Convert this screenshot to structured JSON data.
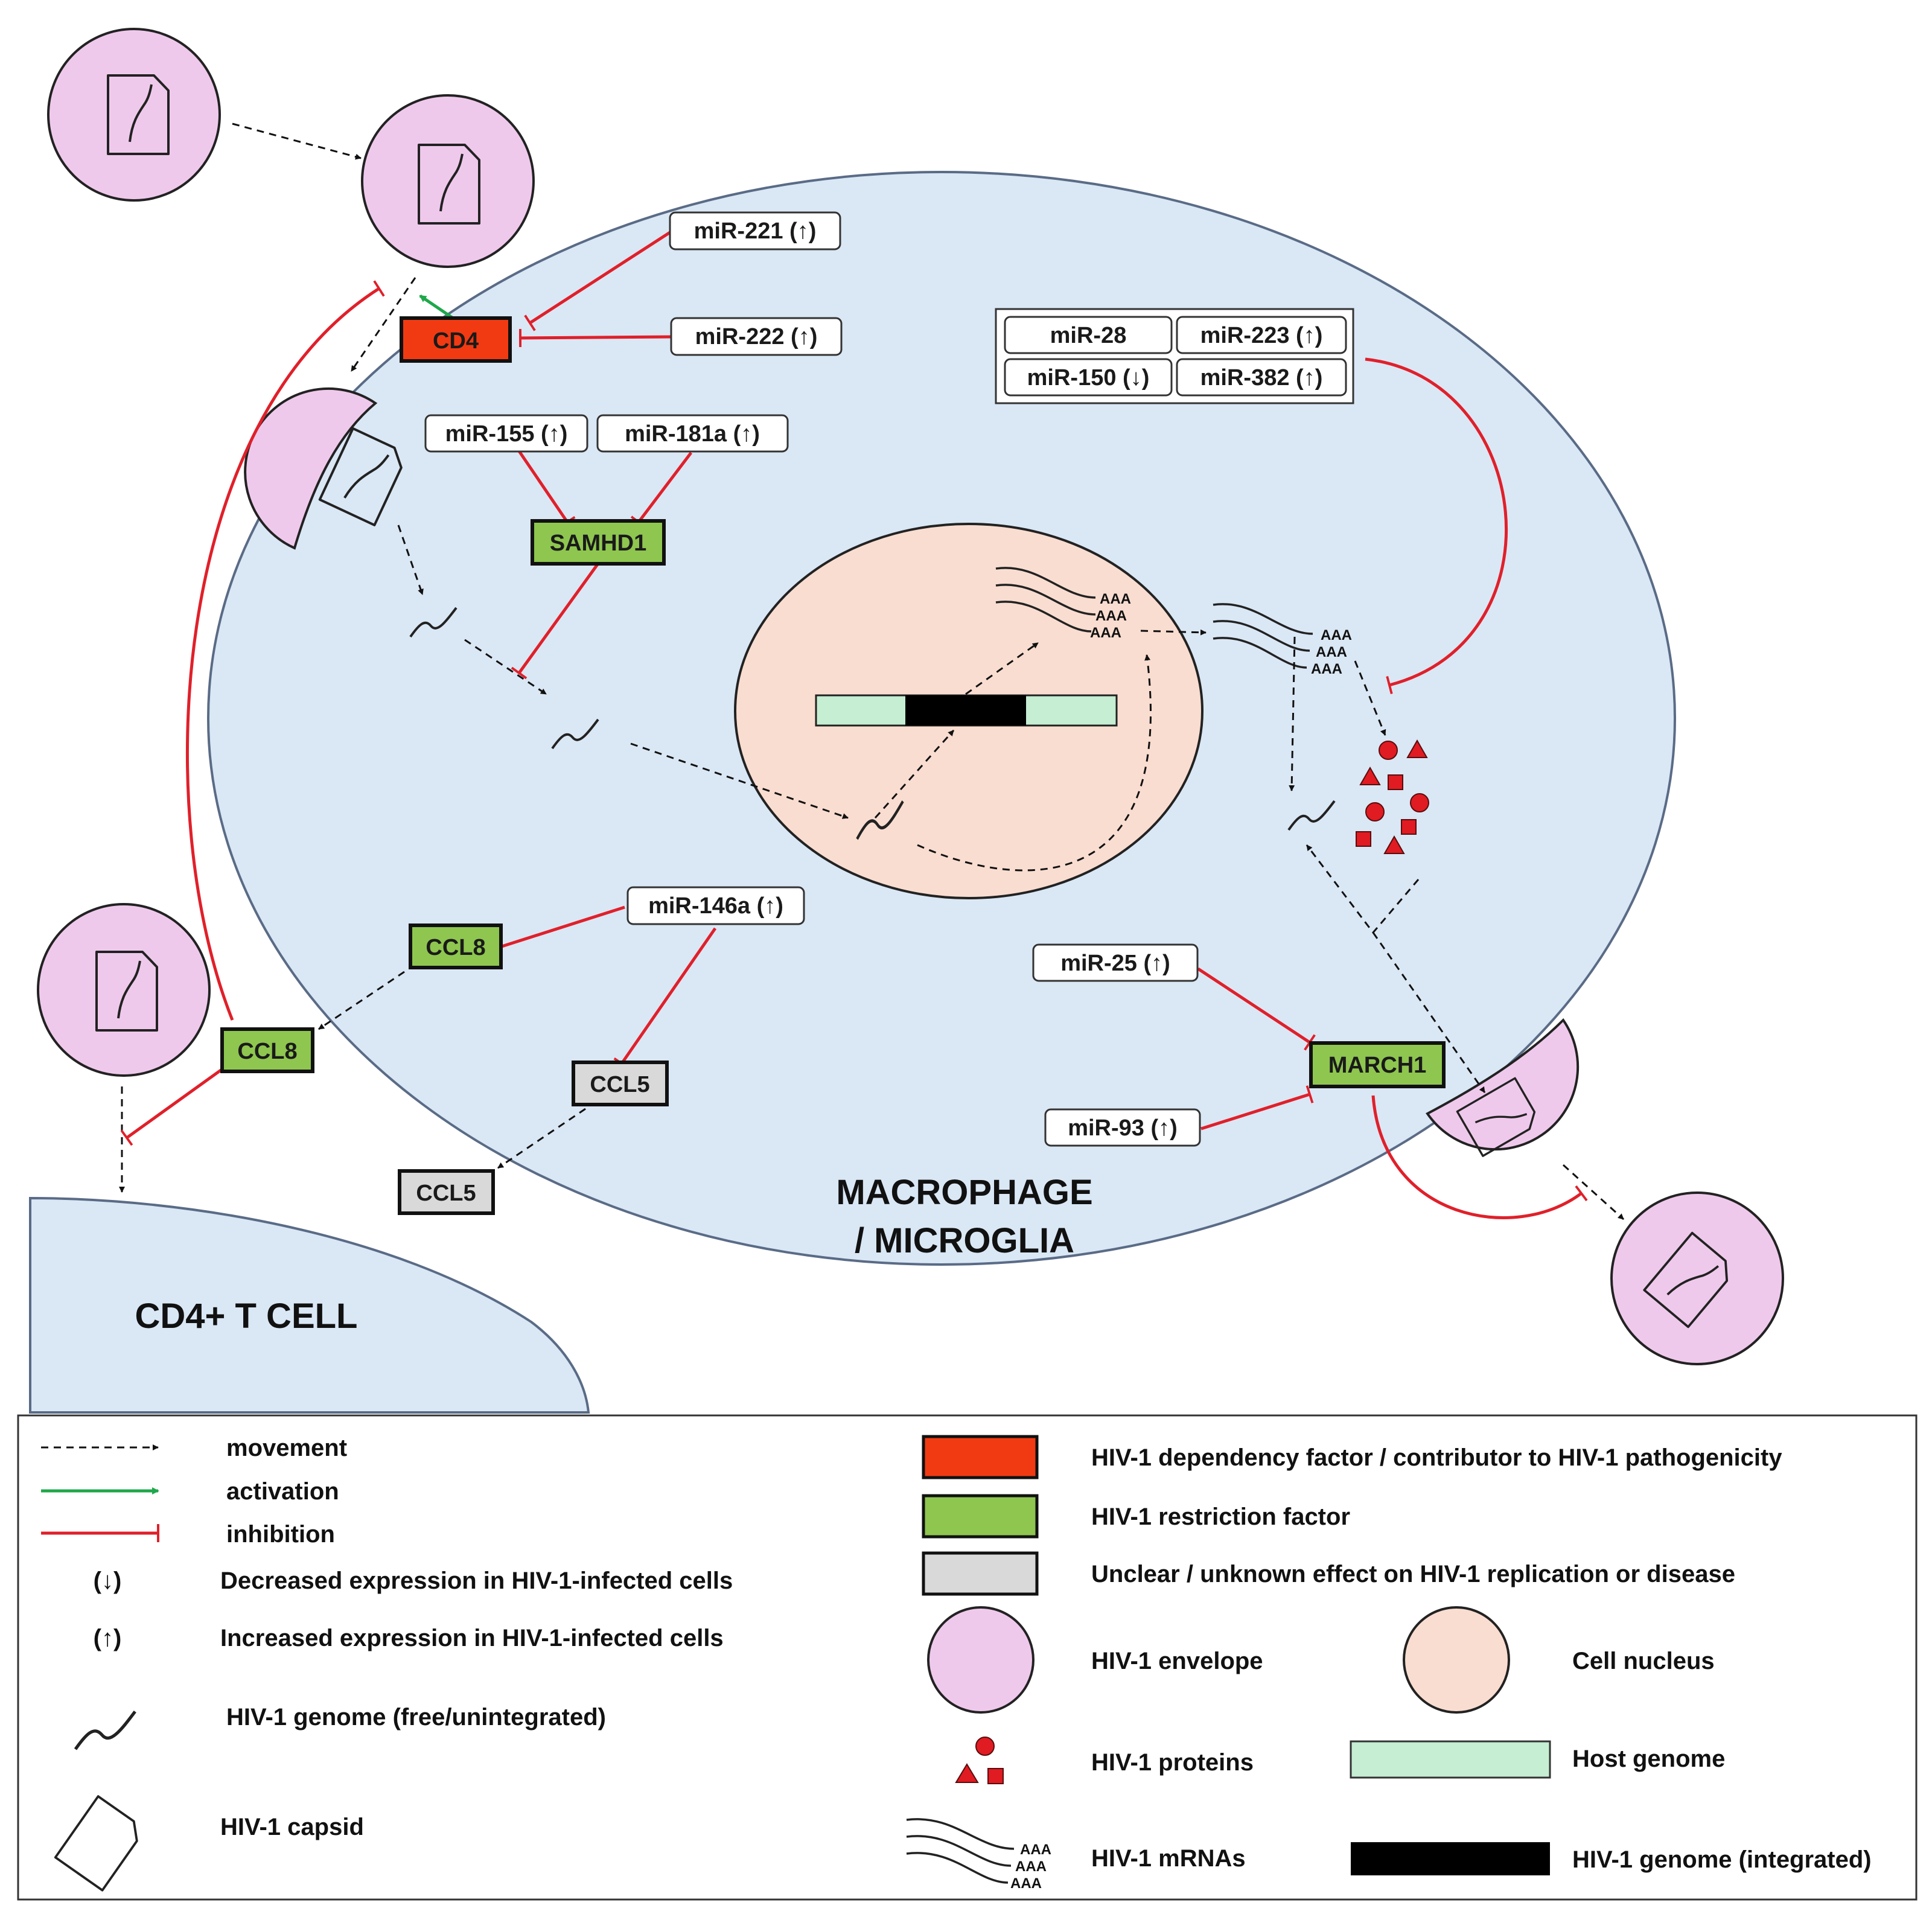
{
  "labels": {
    "macrophage_line1": "MACROPHAGE",
    "macrophage_line2": "/ MICROGLIA",
    "tcell": "CD4+ T CELL",
    "aaa": "AAA"
  },
  "factors": {
    "cd4": "CD4",
    "samhd1": "SAMHD1",
    "ccl8_inner": "CCL8",
    "ccl8_outer": "CCL8",
    "ccl5_inner": "CCL5",
    "ccl5_outer": "CCL5",
    "march1": "MARCH1"
  },
  "mirnas": {
    "mir221": "miR-221 (↑)",
    "mir222": "miR-222 (↑)",
    "mir155": "miR-155 (↑)",
    "mir181a": "miR-181a (↑)",
    "mir28": "miR-28",
    "mir223": "miR-223 (↑)",
    "mir150": "miR-150 (↓)",
    "mir382": "miR-382 (↑)",
    "mir146a": "miR-146a (↑)",
    "mir25": "miR-25 (↑)",
    "mir93": "miR-93 (↑)"
  },
  "legend": {
    "movement": "movement",
    "activation": "activation",
    "inhibition": "inhibition",
    "down_symbol": "(↓)",
    "down_text": "Decreased expression in HIV-1-infected cells",
    "up_symbol": "(↑)",
    "up_text": "Increased expression in HIV-1-infected cells",
    "genome_free": "HIV-1 genome (free/unintegrated)",
    "capsid": "HIV-1 capsid",
    "dependency": "HIV-1 dependency factor / contributor to HIV-1 pathogenicity",
    "restriction": "HIV-1 restriction factor",
    "unclear": "Unclear / unknown effect on HIV-1 replication or disease",
    "envelope": "HIV-1 envelope",
    "nucleus": "Cell nucleus",
    "proteins": "HIV-1 proteins",
    "host_genome": "Host genome",
    "mrnas": "HIV-1 mRNAs",
    "genome_integrated": "HIV-1 genome (integrated)"
  },
  "colors": {
    "cell_fill": "#dae7f5",
    "envelope_fill": "#efc9ec",
    "nucleus_fill": "#f9ddd0",
    "dependency": "#f23a12",
    "restriction": "#8ec64f",
    "unclear": "#d9d9d9",
    "host_genome": "#c5eed3",
    "inhibition": "#e0202a",
    "activation": "#1ea84a",
    "protein": "#e11b22"
  }
}
